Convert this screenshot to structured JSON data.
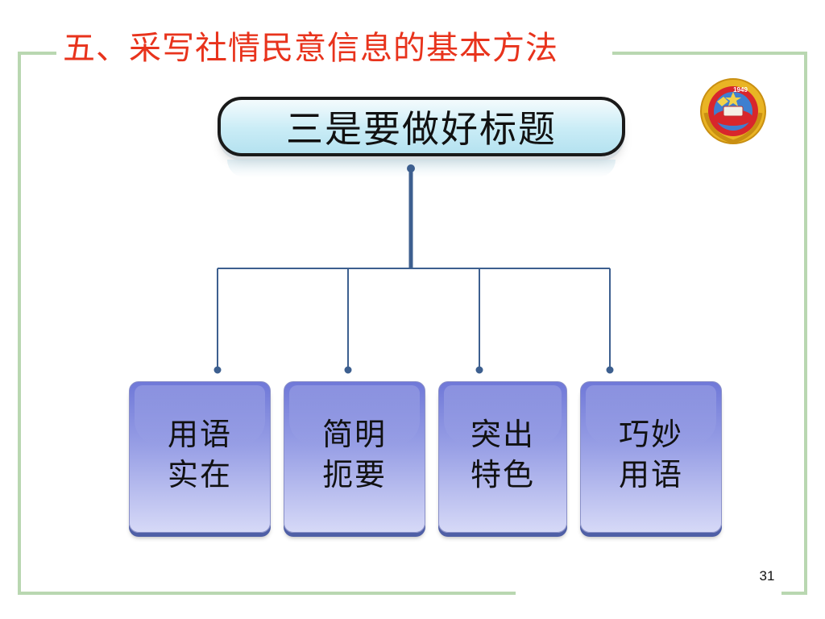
{
  "slide": {
    "title": "五、采写社情民意信息的基本方法",
    "page_number": "31"
  },
  "diagram": {
    "root": "三是要做好标题",
    "children": [
      {
        "line1": "用语",
        "line2": "实在"
      },
      {
        "line1": "简明",
        "line2": "扼要"
      },
      {
        "line1": "突出",
        "line2": "特色"
      },
      {
        "line1": "巧妙",
        "line2": "用语"
      }
    ]
  },
  "emblem": {
    "icon": "cppcc-emblem-icon",
    "year": "1949"
  },
  "colors": {
    "title": "#e8331c",
    "frame": "#b9d7b1",
    "connector": "#3d5f8f",
    "card_top": "#6f78d8",
    "card_bottom": "#d6d9f7",
    "root_fill": "#c9ecf6"
  }
}
